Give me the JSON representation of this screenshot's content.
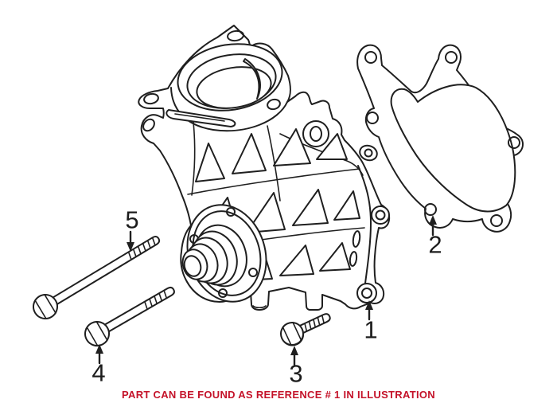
{
  "illustration": {
    "caption": "PART CAN BE FOUND AS REFERENCE # 1 IN ILLUSTRATION",
    "caption_color": "#c41229",
    "line_color": "#1f1f1f",
    "background_color": "#ffffff",
    "callouts": [
      {
        "label": "1"
      },
      {
        "label": "2"
      },
      {
        "label": "3"
      },
      {
        "label": "4"
      },
      {
        "label": "5"
      }
    ]
  }
}
